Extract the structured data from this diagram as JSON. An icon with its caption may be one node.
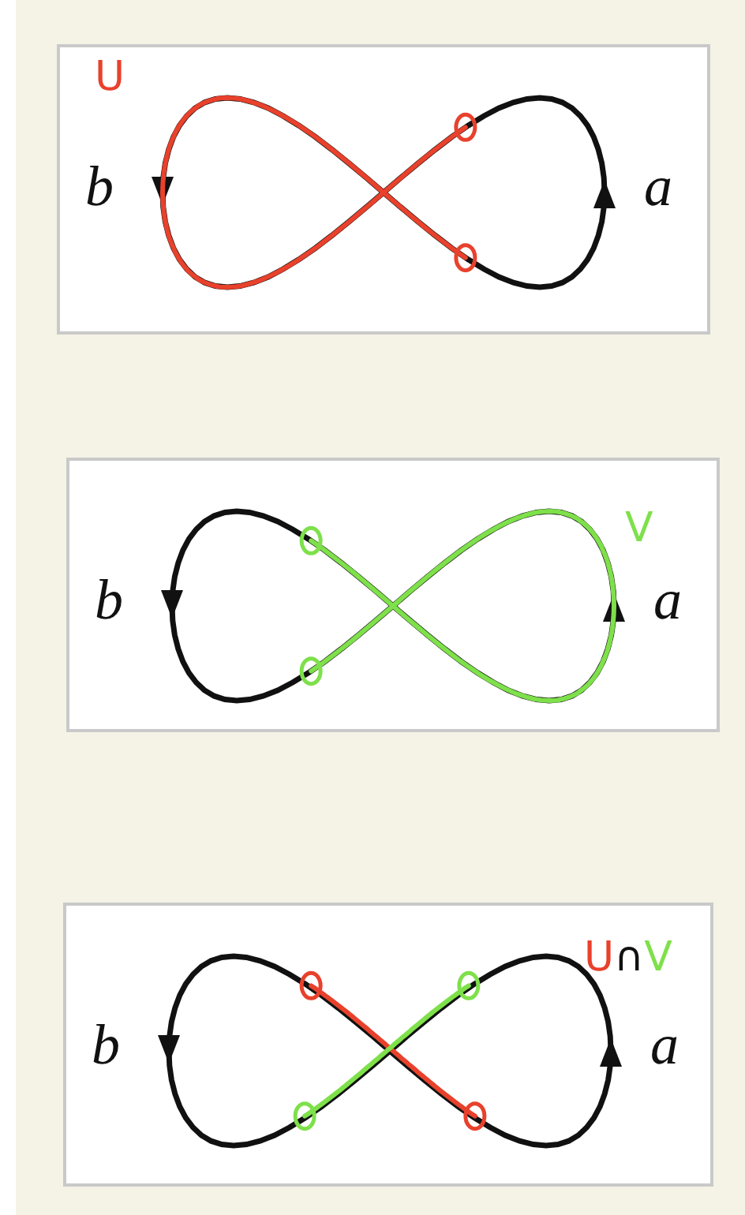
{
  "diagram": {
    "labels": [
      "U",
      "b",
      "a",
      "V",
      "b",
      "a",
      "U∩V",
      "b",
      "a"
    ]
  }
}
